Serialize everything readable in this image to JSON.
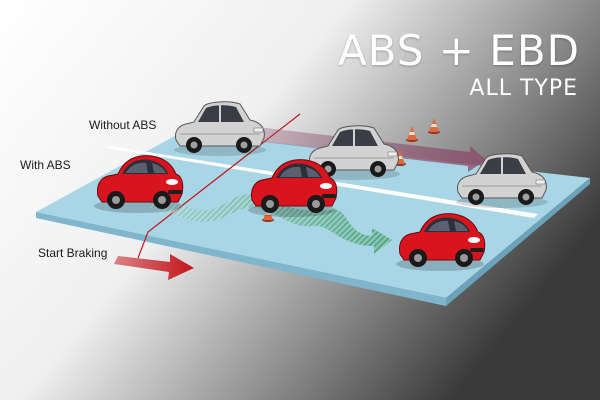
{
  "header": {
    "title": "ABS + EBD",
    "subtitle": "ALL TYPE"
  },
  "labels": {
    "without_abs": "Without ABS",
    "with_abs": "With ABS",
    "start_braking": "Start Braking"
  },
  "colors": {
    "background_light": "#ffffff",
    "background_dark": "#3a3a3a",
    "road": "#a9d6e6",
    "road_edge": "#7fb6cc",
    "red_car": "#d8141e",
    "gray_car": "#c9c9c9",
    "without_path": "#8a4c6b",
    "with_path": "#3f9d74",
    "braking_line": "#c4161c",
    "cone": "#e0683a"
  }
}
